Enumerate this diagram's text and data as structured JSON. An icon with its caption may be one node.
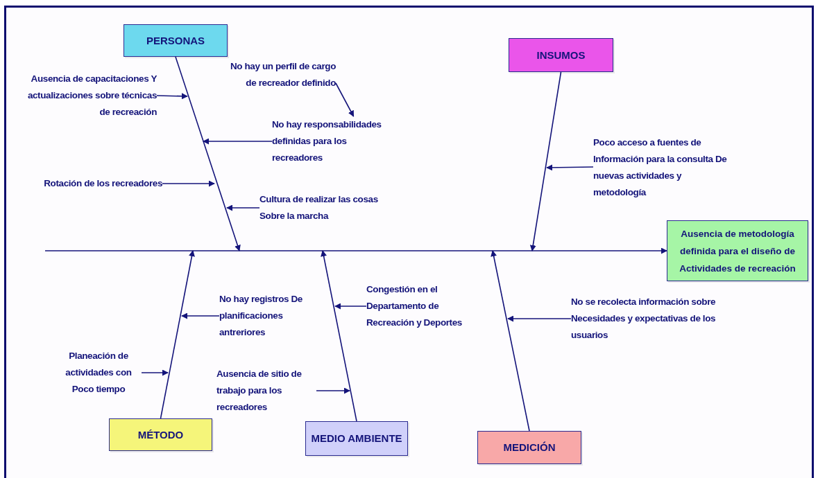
{
  "diagram": {
    "nodes": [
      {
        "text": [
          "PERSONAS"
        ]
      },
      {
        "text": [
          "INSUMOS"
        ]
      },
      {
        "text": [
          "Ausencia de metodología definida para el diseño de Actividades de recreación"
        ]
      },
      {
        "text": [
          "MÉTODO"
        ]
      },
      {
        "text": [
          "MEDIO AMBIENTE"
        ]
      },
      {
        "text": [
          "MEDICIÓN"
        ]
      },
      {
        "text": [
          "Ausencia de capacitaciones Y actualizaciones sobre técnicas de recreación"
        ]
      },
      {
        "text": [
          "No hay un perfil de cargo de recreador definido"
        ]
      },
      {
        "text": [
          "No hay responsabilidades definidas para los recreadores"
        ]
      },
      {
        "text": [
          "Rotación de los recreadores"
        ]
      },
      {
        "text": [
          "Cultura de realizar las cosas Sobre la marcha"
        ]
      },
      {
        "text": [
          "Poco acceso a fuentes de Información para la consulta De nuevas actividades y metodología"
        ]
      },
      {
        "text": [
          "No hay registros De planificaciones antreriores"
        ]
      },
      {
        "text": [
          "Planeación de actividades con Poco tiempo"
        ]
      },
      {
        "text": [
          "Congestión en el Departamento de Recreación y Deportes"
        ]
      },
      {
        "text": [
          "Ausencia de sitio de trabajo para los recreadores"
        ]
      },
      {
        "text": [
          "No se recolecta información sobre Necesidades y expectativas de los usuarios"
        ]
      }
    ],
    "edges": [
      {
        "from": null,
        "to": 2,
        "arrow": "to"
      },
      {
        "from": 0,
        "to": null,
        "arrow": "to"
      },
      {
        "from": 1,
        "to": null,
        "arrow": "to"
      },
      {
        "from": 3,
        "to": null,
        "arrow": "to"
      },
      {
        "from": 4,
        "to": null,
        "arrow": "to"
      },
      {
        "from": 5,
        "to": null,
        "arrow": "to"
      },
      {
        "from": 6,
        "to": null,
        "arrow": "to"
      },
      {
        "from": 7,
        "to": 8,
        "arrow": "to"
      },
      {
        "from": 8,
        "to": null,
        "arrow": "to"
      },
      {
        "from": 9,
        "to": null,
        "arrow": "to"
      },
      {
        "from": 10,
        "to": null,
        "arrow": "to"
      },
      {
        "from": 11,
        "to": null,
        "arrow": "to"
      },
      {
        "from": 12,
        "to": null,
        "arrow": "to"
      },
      {
        "from": 13,
        "to": null,
        "arrow": "to"
      },
      {
        "from": 14,
        "to": null,
        "arrow": "to"
      },
      {
        "from": 15,
        "to": null,
        "arrow": "to"
      },
      {
        "from": 16,
        "to": null,
        "arrow": "to"
      }
    ]
  }
}
